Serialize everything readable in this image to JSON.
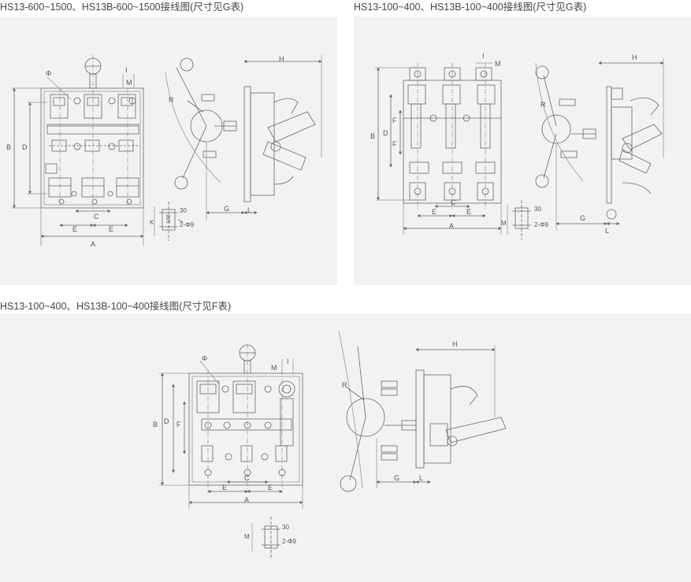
{
  "captions": {
    "top_left": "HS13-600~1500、HS13B-600~1500接线图(尺寸见G表)",
    "top_right": "HS13-100~400、HS13B-100~400接线图(尺寸见G表)",
    "bottom": "HS13-100~400、HS13B-100~400接线图(尺寸见F表)"
  },
  "dims": {
    "A": "A",
    "B": "B",
    "C": "C",
    "D": "D",
    "E": "E",
    "F": "F",
    "G": "G",
    "H": "H",
    "I": "I",
    "K": "K",
    "L": "L",
    "M": "M",
    "R": "R",
    "phi": "Φ",
    "n30": "30",
    "n100": "100",
    "holes": "2-Φ9"
  }
}
